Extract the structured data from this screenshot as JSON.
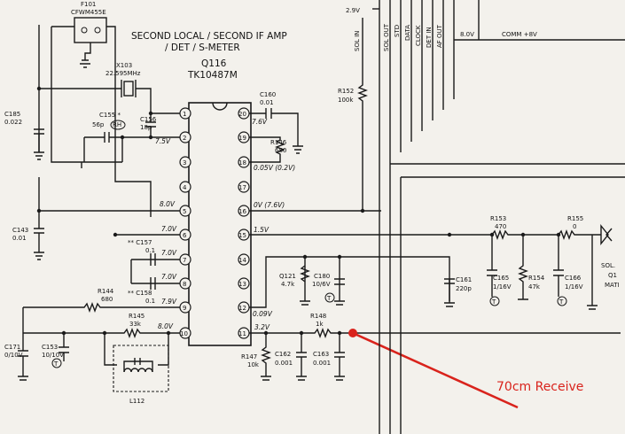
{
  "ic": {
    "ref": "Q116",
    "part": "TK10487M",
    "title_line1": "SECOND LOCAL / SECOND IF AMP",
    "title_line2": "/ DET / S-METER",
    "pins": [
      "1",
      "2",
      "3",
      "4",
      "5",
      "6",
      "7",
      "8",
      "9",
      "10",
      "11",
      "12",
      "13",
      "14",
      "15",
      "16",
      "17",
      "18",
      "19",
      "20"
    ],
    "pin_voltages": {
      "p2": "7.5V",
      "p5": "8.0V",
      "p6": "7.0V",
      "p7": "7.0V",
      "p8": "7.0V",
      "p9": "7.9V",
      "p10": "8.0V",
      "p11": "3.2V",
      "p12": "0.09V",
      "p15": "1.5V",
      "p16": "0V (7.6V)",
      "p18": "0.05V (0.2V)",
      "p19": "7.6V"
    }
  },
  "components": {
    "f101": "F101",
    "f101_part": "CFWM455E",
    "x103": "X103",
    "x103_val": "22.595MHz",
    "c185": "C185",
    "c185_val": "0.022",
    "c155": "C155 *",
    "c155_val": "56p",
    "rh": "RH",
    "c156": "C156",
    "c156_val": "18p",
    "c160": "C160",
    "c160_val": "0.01",
    "r146": "R146",
    "r146_val": "680",
    "r152": "R152",
    "r152_val": "100k",
    "c143": "C143",
    "c143_val": "0.01",
    "c157": "** C157",
    "c157_val": "0.1",
    "c158": "** C158",
    "c158_val": "0.1",
    "r144": "R144",
    "r144_val": "680",
    "r145": "R145",
    "r145_val": "33k",
    "c171": "C171",
    "c171_val": "0/10V",
    "c153": "C153",
    "c153_val": "10/10V",
    "l112": "L112",
    "q121": "Q121",
    "q121_val": "4.7k",
    "c180": "C180",
    "c180_val": "10/6V",
    "r148": "R148",
    "r148_val": "1k",
    "r147": "R147",
    "r147_val": "10k",
    "c162": "C162",
    "c162_val": "0.001",
    "c163": "C163",
    "c163_val": "0.001",
    "c161": "C161",
    "c161_val": "220p",
    "c165": "C165",
    "c165_val": "1/16V",
    "r154": "R154",
    "r154_val": "47k",
    "c166": "C166",
    "c166_val": "1/16V",
    "r153": "R153",
    "r153_val": "470",
    "r155": "R155",
    "r155_val": "0",
    "t_mark": "T",
    "sol_label": "SOL.",
    "q_label": "Q1",
    "mat_label": "MATI"
  },
  "bus": {
    "v29": "2.9V",
    "v8": "8.0V",
    "comm": "COMM +8V",
    "lines": [
      "SOL IN",
      "SOL OUT",
      "STD",
      "DATA",
      "CLOCK",
      "DET IN",
      "AF OUT"
    ]
  },
  "annotation": {
    "label": "70cm Receive",
    "color": "#d9231c"
  }
}
